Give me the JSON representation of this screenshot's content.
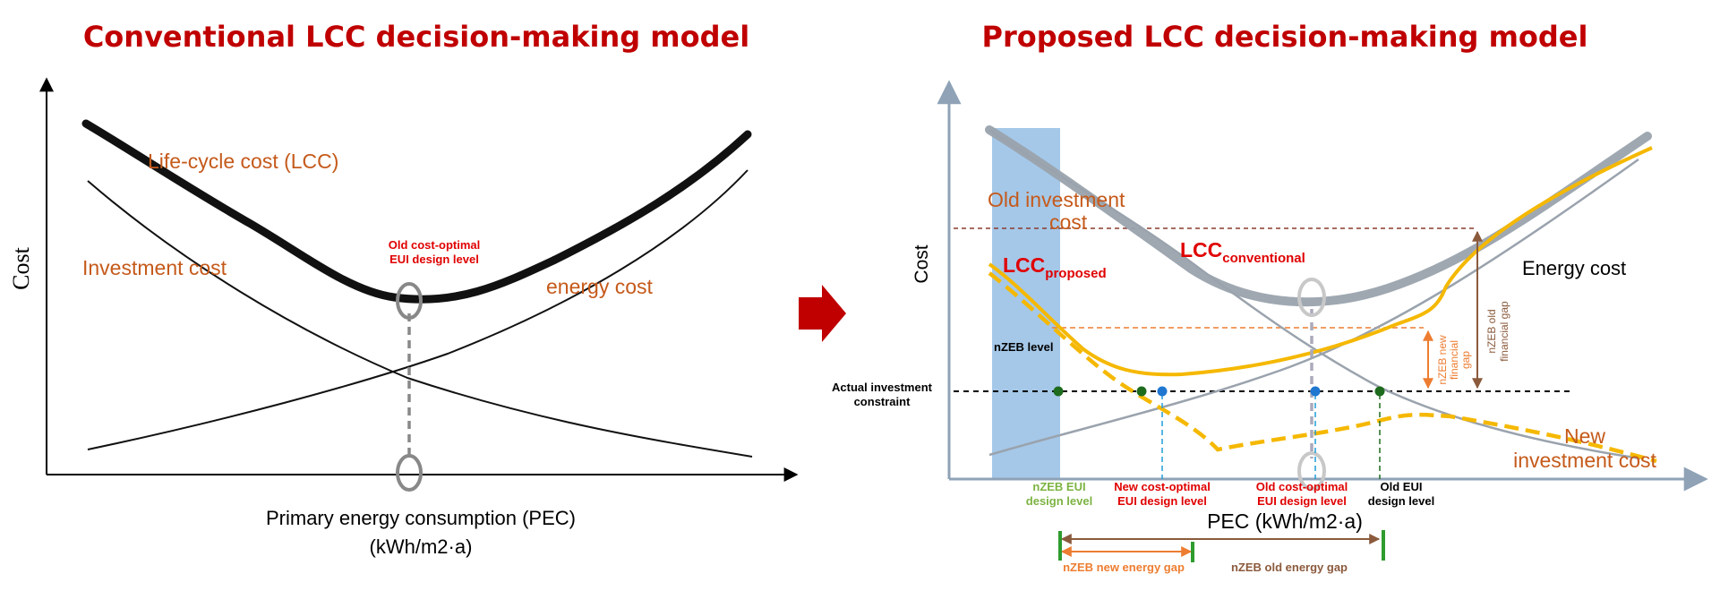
{
  "left_panel": {
    "title": "Conventional LCC decision-making model",
    "y_axis_label": "Cost",
    "x_axis_label_line1": "Primary energy consumption (PEC)",
    "x_axis_label_line2": "(kWh/m2·a)",
    "curve_labels": {
      "lcc": "Life-cycle cost (LCC)",
      "investment": "Investment cost",
      "energy": "energy cost"
    },
    "optimum_label_line1": "Old cost-optimal",
    "optimum_label_line2": "EUI design level"
  },
  "right_panel": {
    "title": "Proposed LCC decision-making model",
    "y_axis_label": "Cost",
    "x_axis_label": "PEC (kWh/m2·a)",
    "old_investment_cost_line1": "Old investment",
    "old_investment_cost_line2": "cost",
    "lcc_conventional_main": "LCC",
    "lcc_conventional_sub": "conventional",
    "lcc_proposed_main": "LCC",
    "lcc_proposed_sub": "proposed",
    "energy_cost": "Energy cost",
    "nzeb_level": "nZEB level",
    "actual_constraint_line1": "Actual investment",
    "actual_constraint_line2": "constraint",
    "new_investment_cost_line1": "New",
    "new_investment_cost_line2": "investment cost",
    "new_financial_gap_line1": "nZEB new",
    "new_financial_gap_line2": "financial",
    "new_financial_gap_line3": "gap",
    "old_financial_gap_line1": "nZEB old",
    "old_financial_gap_line2": "financial gap",
    "nzeb_eui_line1": "nZEB EUI",
    "nzeb_eui_line2": "design level",
    "new_optimal_line1": "New cost-optimal",
    "new_optimal_line2": "EUI design level",
    "old_optimal_line1": "Old cost-optimal",
    "old_optimal_line2": "EUI design level",
    "old_eui_line1": "Old EUI",
    "old_eui_line2": "design level",
    "new_energy_gap": "nZEB new energy gap",
    "old_energy_gap": "nZEB old energy gap"
  },
  "colors": {
    "title_red": "#c00000",
    "label_brown": "#c55a1b",
    "lcc_gold": "#f5b800",
    "grey_curve": "#9aa3ad",
    "shade_blue": "#5b9bd5",
    "nzeb_green": "#7cb342",
    "gap_orange": "#ed7d31",
    "gap_brown": "#8b5a3c",
    "marker_green": "#1e6b1e",
    "marker_blue": "#1f77d0",
    "arrow_red": "#c00000"
  }
}
